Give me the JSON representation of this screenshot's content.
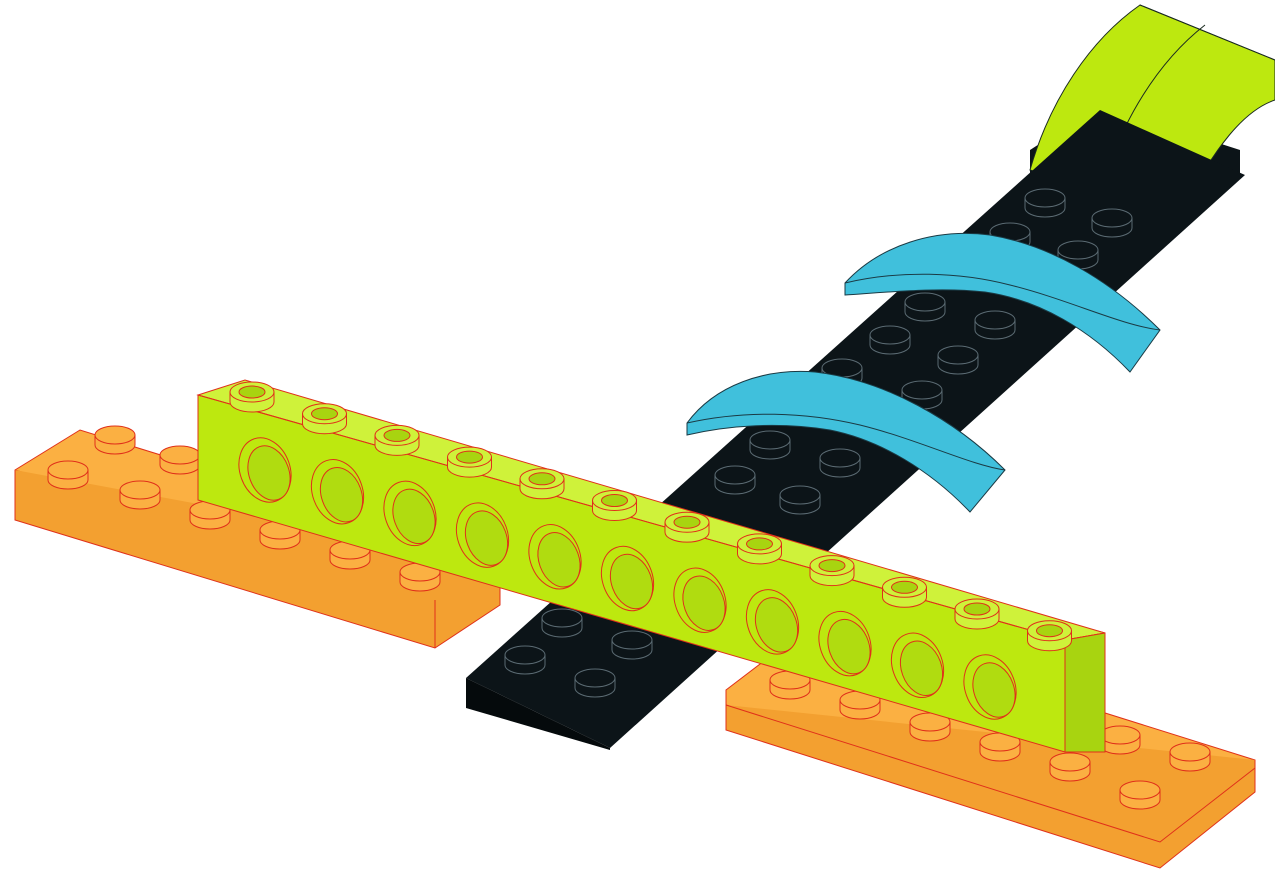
{
  "scene": {
    "background": "#ffffff",
    "parts": [
      {
        "name": "green-curved-slope-brick",
        "color": "#bde80f"
      },
      {
        "name": "black-plate-1x8",
        "color": "#0c1418"
      },
      {
        "name": "blue-curved-slope-upper",
        "color": "#40c0dc"
      },
      {
        "name": "blue-curved-slope-lower",
        "color": "#40c0dc"
      },
      {
        "name": "orange-plate-left",
        "color": "#fbb042"
      },
      {
        "name": "orange-plate-right",
        "color": "#fbb042"
      },
      {
        "name": "green-technic-beam",
        "color": "#bde80f",
        "studs": 12,
        "holes": 11
      }
    ],
    "outline_colors": {
      "dark_part": "#5a6a72",
      "light_part": "#e0301a",
      "blue_part": "#1a3a44"
    }
  }
}
